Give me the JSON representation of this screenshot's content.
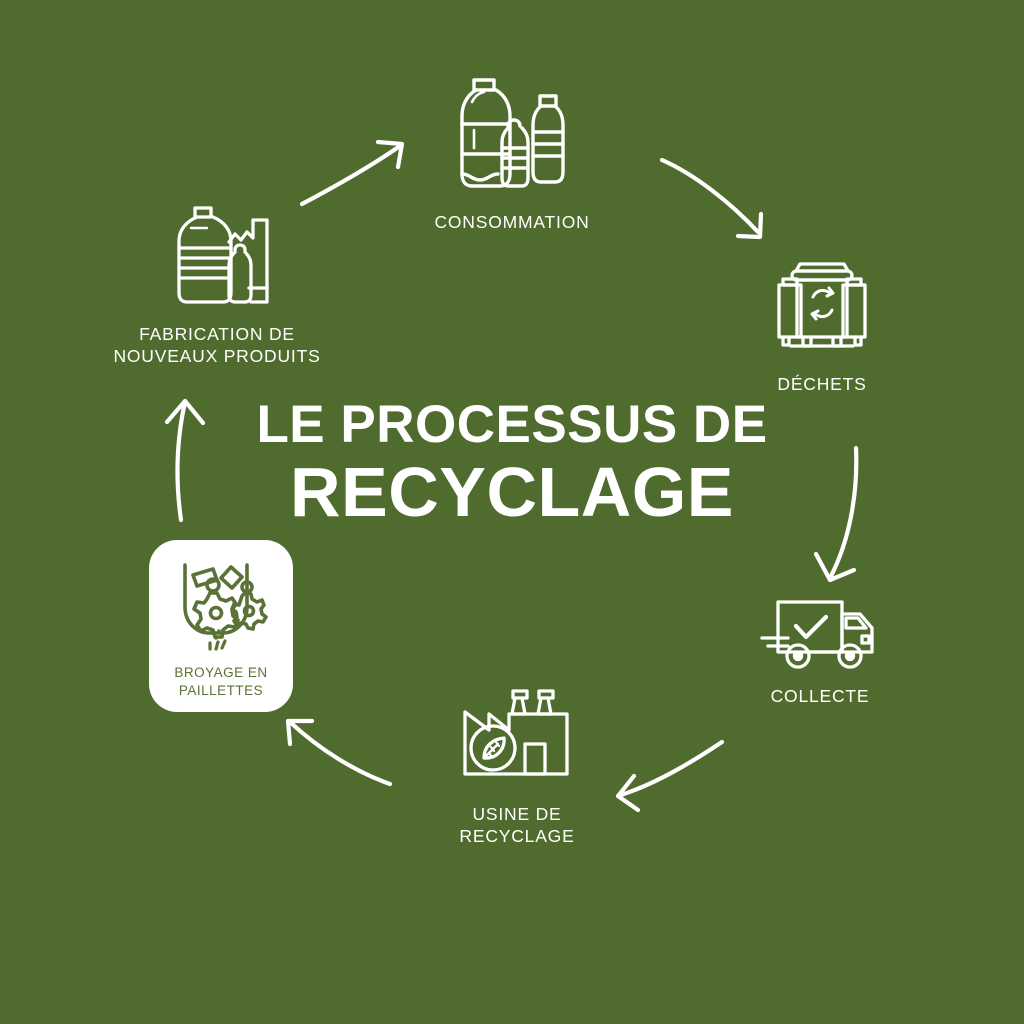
{
  "page": {
    "background_color": "#506B2E",
    "accent_white": "#FFFFFF",
    "card_text_green": "#5A7235"
  },
  "title": {
    "line1": "LE PROCESSUS DE",
    "line2": "RECYCLAGE"
  },
  "cycle": {
    "nodes": [
      {
        "id": "consommation",
        "label": "CONSOMMATION",
        "icon": "plastic-bottles-icon",
        "highlighted": false
      },
      {
        "id": "dechets",
        "label": "DÉCHETS",
        "icon": "recycling-bins-icon",
        "highlighted": false
      },
      {
        "id": "collecte",
        "label": "COLLECTE",
        "icon": "collection-truck-icon",
        "highlighted": false
      },
      {
        "id": "usine",
        "label": "USINE DE\nRECYCLAGE",
        "icon": "recycling-factory-icon",
        "highlighted": false
      },
      {
        "id": "broyage",
        "label": "BROYAGE EN\nPAILLETTES",
        "icon": "shredder-flakes-icon",
        "highlighted": true
      },
      {
        "id": "fabrication",
        "label": "FABRICATION DE\nNOUVEAUX PRODUITS",
        "icon": "new-products-bottles-icon",
        "highlighted": false
      }
    ],
    "arrows": [
      {
        "id": "fabrication-to-consommation",
        "from": "fabrication",
        "to": "consommation",
        "direction": "up-right"
      },
      {
        "id": "consommation-to-dechets",
        "from": "consommation",
        "to": "dechets",
        "direction": "down-right"
      },
      {
        "id": "dechets-to-collecte",
        "from": "dechets",
        "to": "collecte",
        "direction": "down"
      },
      {
        "id": "collecte-to-usine",
        "from": "collecte",
        "to": "usine",
        "direction": "down-left"
      },
      {
        "id": "usine-to-broyage",
        "from": "usine",
        "to": "broyage",
        "direction": "up-left"
      },
      {
        "id": "broyage-to-fabrication",
        "from": "broyage",
        "to": "fabrication",
        "direction": "up"
      }
    ]
  }
}
